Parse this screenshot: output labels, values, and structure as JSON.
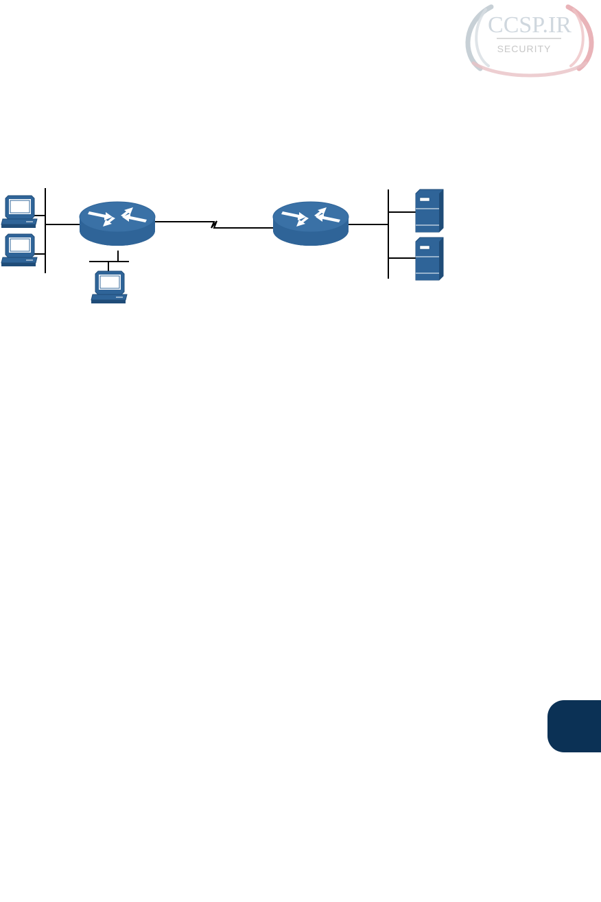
{
  "watermark": {
    "title": "CCSP.IR",
    "subtitle": "SECURITY",
    "colors": {
      "left_arc": "#b9c4cc",
      "right_arc": "#e3a0a6",
      "bottom_arc": "#e9c2c6",
      "text": "#cfd7de"
    }
  },
  "diagram": {
    "colors": {
      "device_fill": "#2f6498",
      "device_dark": "#1f4c78",
      "line": "#000000",
      "arrow": "#ffffff"
    },
    "nodes": [
      {
        "id": "pc-top-left",
        "kind": "pc-icon"
      },
      {
        "id": "pc-mid-left",
        "kind": "pc-icon"
      },
      {
        "id": "pc-bottom",
        "kind": "pc-icon"
      },
      {
        "id": "router-left",
        "kind": "router-icon"
      },
      {
        "id": "router-right",
        "kind": "router-icon"
      },
      {
        "id": "server-top",
        "kind": "server-icon"
      },
      {
        "id": "server-bottom",
        "kind": "server-icon"
      }
    ],
    "links": [
      {
        "from": "router-left",
        "to": "router-right",
        "type": "serial-wan"
      },
      {
        "from": "router-left",
        "to": "left-lan-segment",
        "type": "ethernet"
      },
      {
        "from": "router-left",
        "to": "bottom-lan-segment",
        "type": "ethernet"
      },
      {
        "from": "router-right",
        "to": "right-lan-segment",
        "type": "ethernet"
      }
    ]
  },
  "chapter_tab": {
    "color": "#0b3155"
  }
}
